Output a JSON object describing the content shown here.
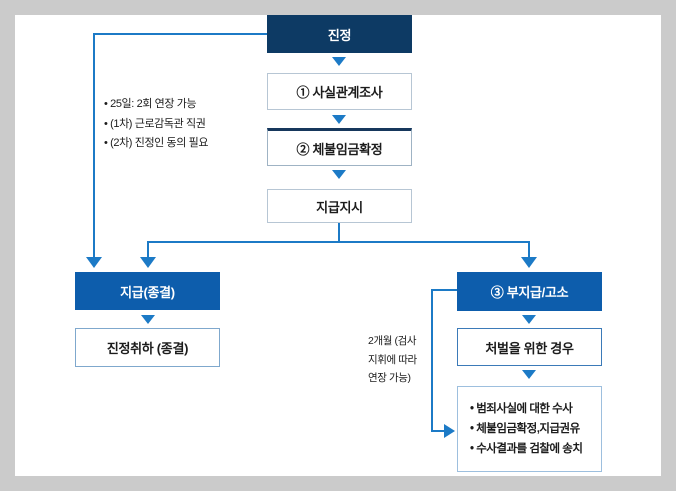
{
  "colors": {
    "page-bg": "#cbcbcb",
    "panel-bg": "#ffffff",
    "navy": "#0d3a64",
    "blue": "#0d5dac",
    "line": "#1c7ac6",
    "text": "#1c1c1c",
    "border-light": "#b7c6d4",
    "border-medium": "#7fa8cd",
    "border-strong": "#3b7ab8",
    "border-soft": "#9dbfde"
  },
  "nodes": {
    "petition": "진정",
    "fact_investigation": "① 사실관계조사",
    "wage_confirmation": "② 체불임금확정",
    "payment_order": "지급지시",
    "payment_closed": "지급(종결)",
    "petition_withdrawal": "진정취하 (종결)",
    "nonpayment_accusation": "③ 부지급/고소",
    "punishment_case": "처벌을 위한 경우"
  },
  "investigation_box": {
    "items": [
      "• 범죄사실에 대한 수사",
      "• 체불임금확정,지급권유",
      "• 수사결과를 검찰에 송치"
    ]
  },
  "notes": {
    "left": [
      "• 25일: 2회 연장 가능",
      "• (1차) 근로감독관 직권",
      "• (2차) 진정인 동의 필요"
    ],
    "duration": [
      "2개월 (검사",
      "지휘에 따라",
      "연장 가능)"
    ]
  }
}
